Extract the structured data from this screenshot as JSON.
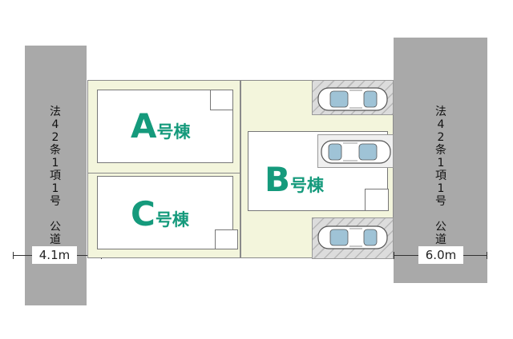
{
  "roads": {
    "left": {
      "label": "法42条1項1号 公道",
      "label_chars": [
        "法",
        "4",
        "2",
        "条",
        "1",
        "項",
        "1",
        "号",
        "　",
        "公",
        "道"
      ],
      "width": "4.1m"
    },
    "right": {
      "label": "法42条1項1号 公道",
      "label_chars": [
        "法",
        "4",
        "2",
        "条",
        "1",
        "項",
        "1",
        "号",
        "　",
        "公",
        "道"
      ],
      "width": "6.0m"
    }
  },
  "houses": [
    {
      "id": "A",
      "letter": "A",
      "suffix": "号棟"
    },
    {
      "id": "B",
      "letter": "B",
      "suffix": "号棟"
    },
    {
      "id": "C",
      "letter": "C",
      "suffix": "号棟"
    }
  ],
  "parking_spaces": 3,
  "colors": {
    "road": "#a9a9a9",
    "lot": "#f3f5dc",
    "label_green": "#159a7c",
    "parking": "#dcdcdc"
  },
  "icons": [
    "car-icon"
  ]
}
